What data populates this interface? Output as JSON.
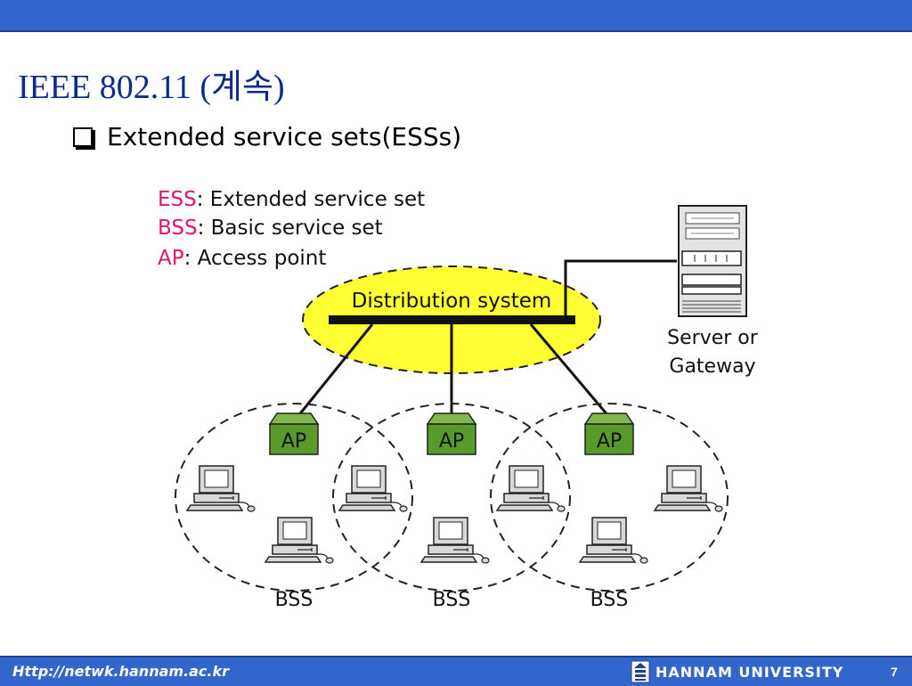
{
  "slide": {
    "title": "IEEE 802.11 (계속)",
    "bullet": "Extended service sets(ESSs)"
  },
  "legend": [
    {
      "abbr": "ESS",
      "text": ": Extended service set"
    },
    {
      "abbr": "BSS",
      "text": ": Basic service set"
    },
    {
      "abbr": "AP",
      "text": ": Access point"
    }
  ],
  "diagram": {
    "distribution_label": "Distribution system",
    "server_label_line1": "Server or",
    "server_label_line2": "Gateway",
    "ap_label": "AP",
    "bss_label": "BSS"
  },
  "footer": {
    "url": "Http://netwk.hannam.ac.kr",
    "university": "HANNAM  UNIVERSITY",
    "page": "7"
  },
  "colors": {
    "accent_bar": "#3366cc",
    "title": "#0d2a8c",
    "legend_abbr": "#e0146e",
    "distribution_fill": "#ffff33",
    "ap_green": "#5a9a2a"
  }
}
